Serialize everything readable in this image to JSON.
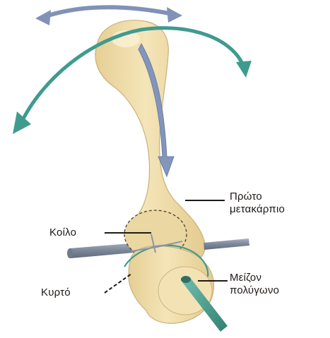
{
  "labels": {
    "first_metacarpal": [
      "Πρώτο",
      "μετακάρπιο"
    ],
    "concave": "Κοίλο",
    "convex": "Κυρτό",
    "trapezium": [
      "Μείζον",
      "πολύγωνο"
    ]
  },
  "colors": {
    "bone_fill": "#f0dfae",
    "bone_shade": "#e2c98d",
    "bone_outline": "#6b5a3a",
    "blue_arrow": "#7f8fb3",
    "teal_arrow": "#3f9b8e",
    "axis_rod": "#8d97a8",
    "teal_rod": "#4d9c8c",
    "leader_line": "#1e1a17"
  },
  "icons": {
    "abduction_arrow": "curved-double-arrow",
    "flexion_arrow": "curved-double-arrow",
    "axial_arrow": "straight-down-arrow"
  }
}
